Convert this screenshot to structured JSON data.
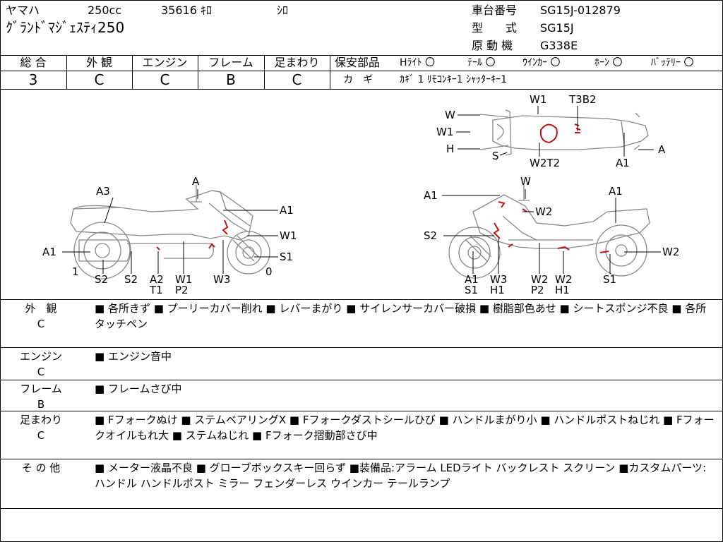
{
  "header": {
    "maker": "ヤマハ",
    "displacement": "250cc",
    "mileage": "35616 ｷﾛ",
    "color": "ｼﾛ",
    "model_name": "ｸﾞﾗﾝﾄﾞﾏｼﾞｪｽﾃｨ250",
    "frame_label": "車台番号",
    "frame_value": "SG15J-012879",
    "type_label": "型　　式",
    "type_value": "SG15J",
    "engine_label": "原 動 機",
    "engine_value": "G338E"
  },
  "grades": [
    {
      "label": "総 合",
      "value": "3"
    },
    {
      "label": "外 観",
      "value": "C"
    },
    {
      "label": "エンジン",
      "value": "C"
    },
    {
      "label": "フレーム",
      "value": "B"
    },
    {
      "label": "足まわり",
      "value": "C"
    }
  ],
  "safety": {
    "label": "保安部品",
    "items": [
      {
        "name": "Hﾗｲﾄ",
        "mark": "〇"
      },
      {
        "name": "ﾃｰﾙ",
        "mark": "〇"
      },
      {
        "name": "ｳｲﾝｶｰ",
        "mark": "〇"
      },
      {
        "name": "ﾎｰﾝ",
        "mark": "〇"
      },
      {
        "name": "ﾊﾞｯﾃﾘｰ",
        "mark": "〇"
      }
    ]
  },
  "keys": {
    "label": "カ　ギ",
    "value": "ｶｷﾞ 1 ﾘﾓｺﾝｷｰ1 ｼｬｯﾀｰｷｰ1"
  },
  "diagram_labels": {
    "left": {
      "a3": "A3",
      "a_top": "A",
      "a1_right": "A1",
      "w1_right": "W1",
      "a1_left": "A1",
      "s1_right": "S1",
      "n1": "1",
      "n0": "0",
      "b_s2a": "S2",
      "b_s2b": "S2",
      "b_a2": "A2",
      "b_t1": "T1",
      "b_w1": "W1",
      "b_p2": "P2",
      "b_w3": "W3"
    },
    "right": {
      "a1_top": "A1",
      "w_top": "W",
      "w2_a": "W2",
      "a1_tr": "A1",
      "s2": "S2",
      "w2_right": "W2",
      "b_a1": "A1",
      "b_s1a": "S1",
      "b_w3": "W3",
      "b_h1a": "H1",
      "b_w2a": "W2",
      "b_p2": "P2",
      "b_w2b": "W2",
      "b_h1b": "H1",
      "b_s1b": "S1"
    },
    "top": {
      "w1": "W1",
      "t3b2": "T3B2",
      "w_left": "W",
      "w1_left": "W1",
      "h_left": "H",
      "s": "S",
      "w2t2": "W2T2",
      "a1": "A1",
      "a_right": "A"
    }
  },
  "notes": [
    {
      "label": "外　観",
      "grade": "C",
      "text": "■ 各所きず ■ プーリーカバー削れ ■ レバーまがり ■ サイレンサーカバー破損 ■ 樹脂部色あせ ■ シートスポンジ不良 ■ 各所タッチペン"
    },
    {
      "label": "エンジン",
      "grade": "C",
      "text": "■ エンジン音中"
    },
    {
      "label": "フレーム",
      "grade": "B",
      "text": "■ フレームさび中"
    },
    {
      "label": "足まわり",
      "grade": "C",
      "text": "■ Fフォークぬけ ■ ステムベアリングX ■ Fフォークダストシールひび ■ ハンドルまがり小 ■ ハンドルポストねじれ ■ Fフォークオイルもれ大 ■ ステムねじれ ■ Fフォーク摺動部さび中"
    },
    {
      "label": "そ の 他",
      "grade": "",
      "text": "■ メーター液晶不良 ■ グローブボックスキー回らず ■装備品:アラーム LEDライト バックレスト スクリーン ■カスタムパーツ:ハンドル ハンドルポスト ミラー フェンダーレス ウインカー テールランプ"
    }
  ],
  "colors": {
    "damage": "#c0141a",
    "outline": "#555555"
  }
}
